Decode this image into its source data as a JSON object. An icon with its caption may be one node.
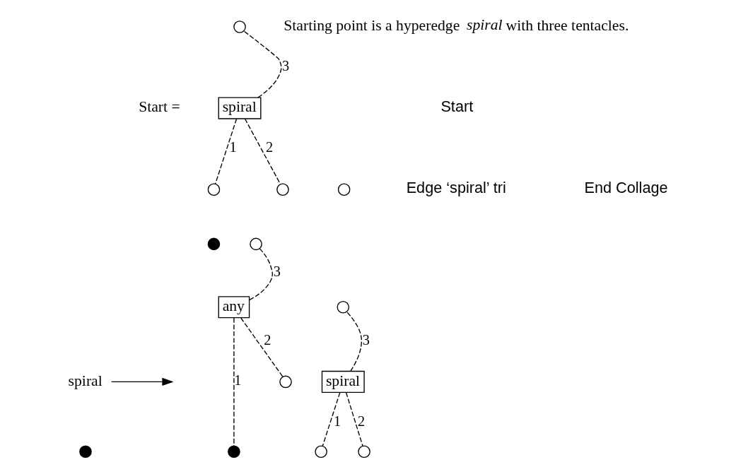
{
  "diagram": {
    "nodes": [
      {
        "text": [],
        "shape": "circle"
      },
      {
        "text": [
          "spiral"
        ]
      },
      {
        "text": [],
        "shape": "circle"
      },
      {
        "text": [],
        "shape": "circle"
      },
      {
        "text": [],
        "shape": "circle"
      },
      {
        "text": [
          "spiral"
        ]
      },
      {
        "text": [],
        "shape": "dot"
      },
      {
        "text": [],
        "shape": "dot"
      },
      {
        "text": [],
        "shape": "circle"
      },
      {
        "text": [
          "any"
        ]
      },
      {
        "text": [],
        "shape": "circle"
      },
      {
        "text": [],
        "shape": "dot"
      },
      {
        "text": [
          "spiral"
        ]
      },
      {
        "text": [],
        "shape": "circle"
      },
      {
        "text": [],
        "shape": "circle"
      },
      {
        "text": [],
        "shape": "circle"
      }
    ],
    "edges": [
      {
        "from": 1,
        "to": 0,
        "arrow": "none",
        "label": "3",
        "style": "dashed"
      },
      {
        "from": 1,
        "to": 2,
        "arrow": "none",
        "label": "1",
        "style": "dashed"
      },
      {
        "from": 1,
        "to": 4,
        "arrow": "none",
        "label": "2",
        "style": "dashed"
      },
      {
        "from": 5,
        "to": null,
        "arrow": "to"
      },
      {
        "from": 9,
        "to": 8,
        "arrow": "none",
        "label": "3",
        "style": "dashed"
      },
      {
        "from": 9,
        "to": 11,
        "arrow": "none",
        "label": "1",
        "style": "dashed"
      },
      {
        "from": 9,
        "to": 13,
        "arrow": "none",
        "label": "2",
        "style": "dashed"
      },
      {
        "from": 12,
        "to": 10,
        "arrow": "none",
        "label": "3",
        "style": "dashed"
      },
      {
        "from": 12,
        "to": 14,
        "arrow": "none",
        "label": "1",
        "style": "dashed"
      },
      {
        "from": 12,
        "to": 15,
        "arrow": "none",
        "label": "2",
        "style": "dashed"
      }
    ],
    "labels": [
      "Start =",
      "Starting point is a hyperedge *spiral* with three tentacles.",
      "Start",
      "Edge ‘spiral’ tri",
      "End Collage"
    ]
  }
}
